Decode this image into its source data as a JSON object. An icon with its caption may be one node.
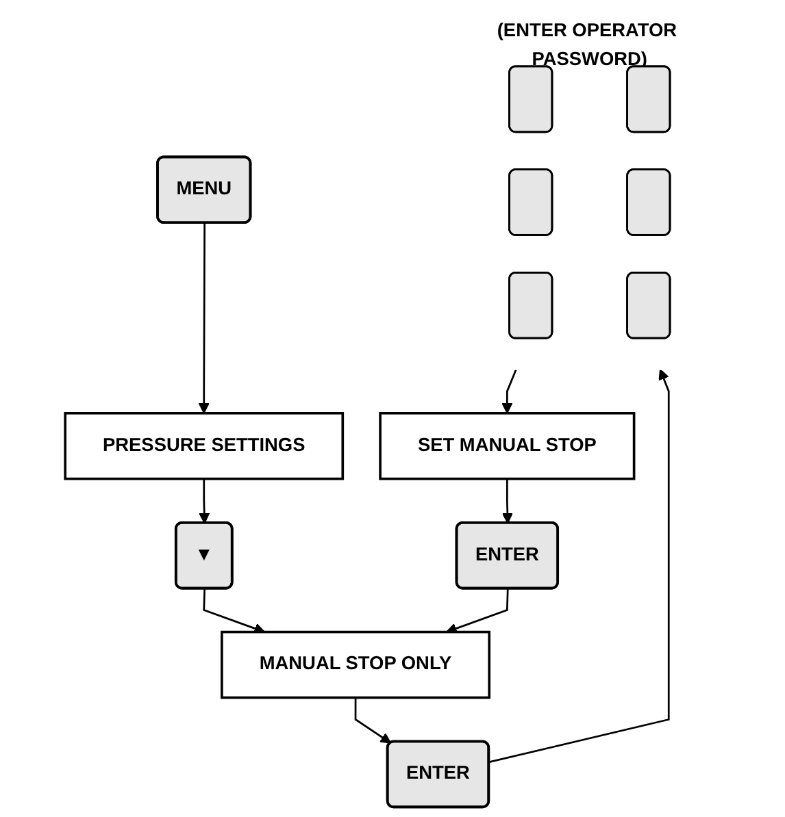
{
  "diagram": {
    "nodes": [
      {
        "text": [
          "MENU"
        ]
      },
      {
        "text": [
          "PRESSURE SETTINGS"
        ]
      },
      {
        "text": [
          "▼"
        ]
      },
      {
        "text": [
          "MANUAL STOP ONLY"
        ]
      },
      {
        "text": [
          "ENTER"
        ]
      },
      {
        "text": [
          "(ENTER OPERATOR PASSWORD)"
        ]
      },
      {
        "text": [],
        "shape": "box",
        "in": 5
      },
      {
        "text": [],
        "shape": "box",
        "in": 5
      },
      {
        "text": [],
        "shape": "box",
        "in": 5
      },
      {
        "text": [],
        "shape": "box",
        "in": 5
      },
      {
        "text": [],
        "shape": "box",
        "in": 5
      },
      {
        "text": [],
        "shape": "box",
        "in": 5
      },
      {
        "text": [
          "SET MANUAL STOP"
        ]
      },
      {
        "text": [
          "ENTER"
        ]
      }
    ],
    "edges": [
      {
        "from": 0,
        "to": 1,
        "arrow": "to"
      },
      {
        "from": 1,
        "to": 2,
        "arrow": "to"
      },
      {
        "from": 2,
        "to": 3,
        "arrow": "to"
      },
      {
        "from": 3,
        "to": 4,
        "arrow": "to"
      },
      {
        "from": 4,
        "to": 5,
        "arrow": "to"
      },
      {
        "from": 5,
        "to": 12,
        "arrow": "to"
      },
      {
        "from": 12,
        "to": 13,
        "arrow": "to"
      },
      {
        "from": 13,
        "to": 3,
        "arrow": "to"
      }
    ]
  }
}
